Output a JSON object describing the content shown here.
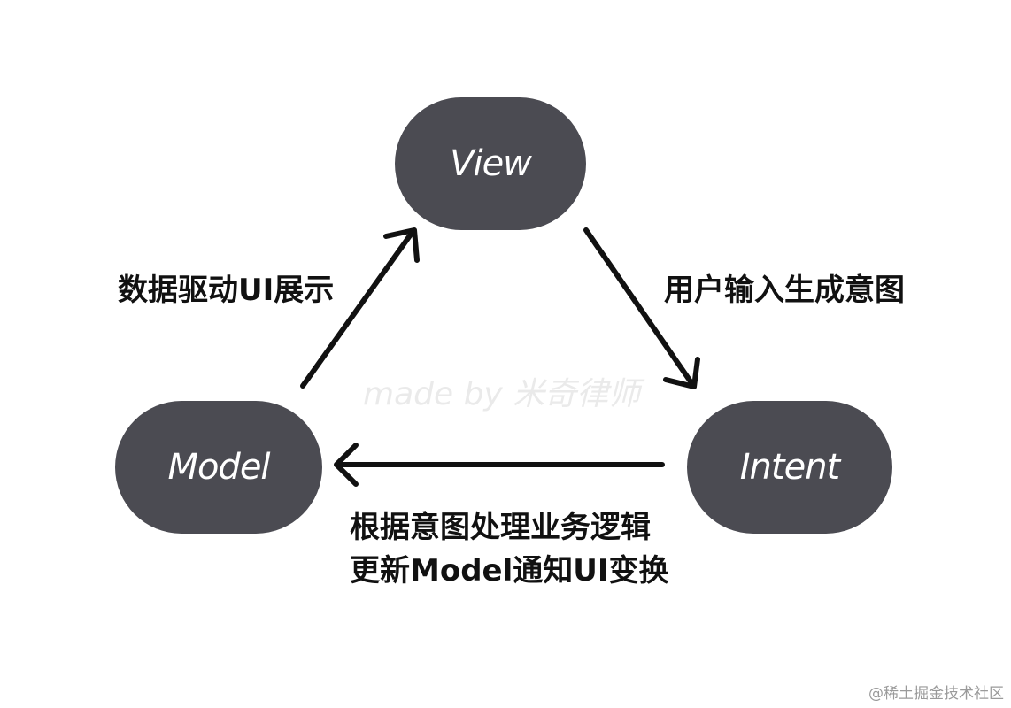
{
  "nodes": {
    "view": "View",
    "model": "Model",
    "intent": "Intent"
  },
  "edges": {
    "model_to_view": "数据驱动UI展示",
    "view_to_intent": "用户输入生成意图",
    "intent_to_model_line1": "根据意图处理业务逻辑",
    "intent_to_model_line2": "更新Model通知UI变换"
  },
  "watermark": "made by 米奇律师",
  "credit": "@稀土掘金技术社区",
  "colors": {
    "node_fill": "#4b4b52",
    "node_text": "#ffffff",
    "arrow": "#111111",
    "watermark": "#eaeaea"
  }
}
